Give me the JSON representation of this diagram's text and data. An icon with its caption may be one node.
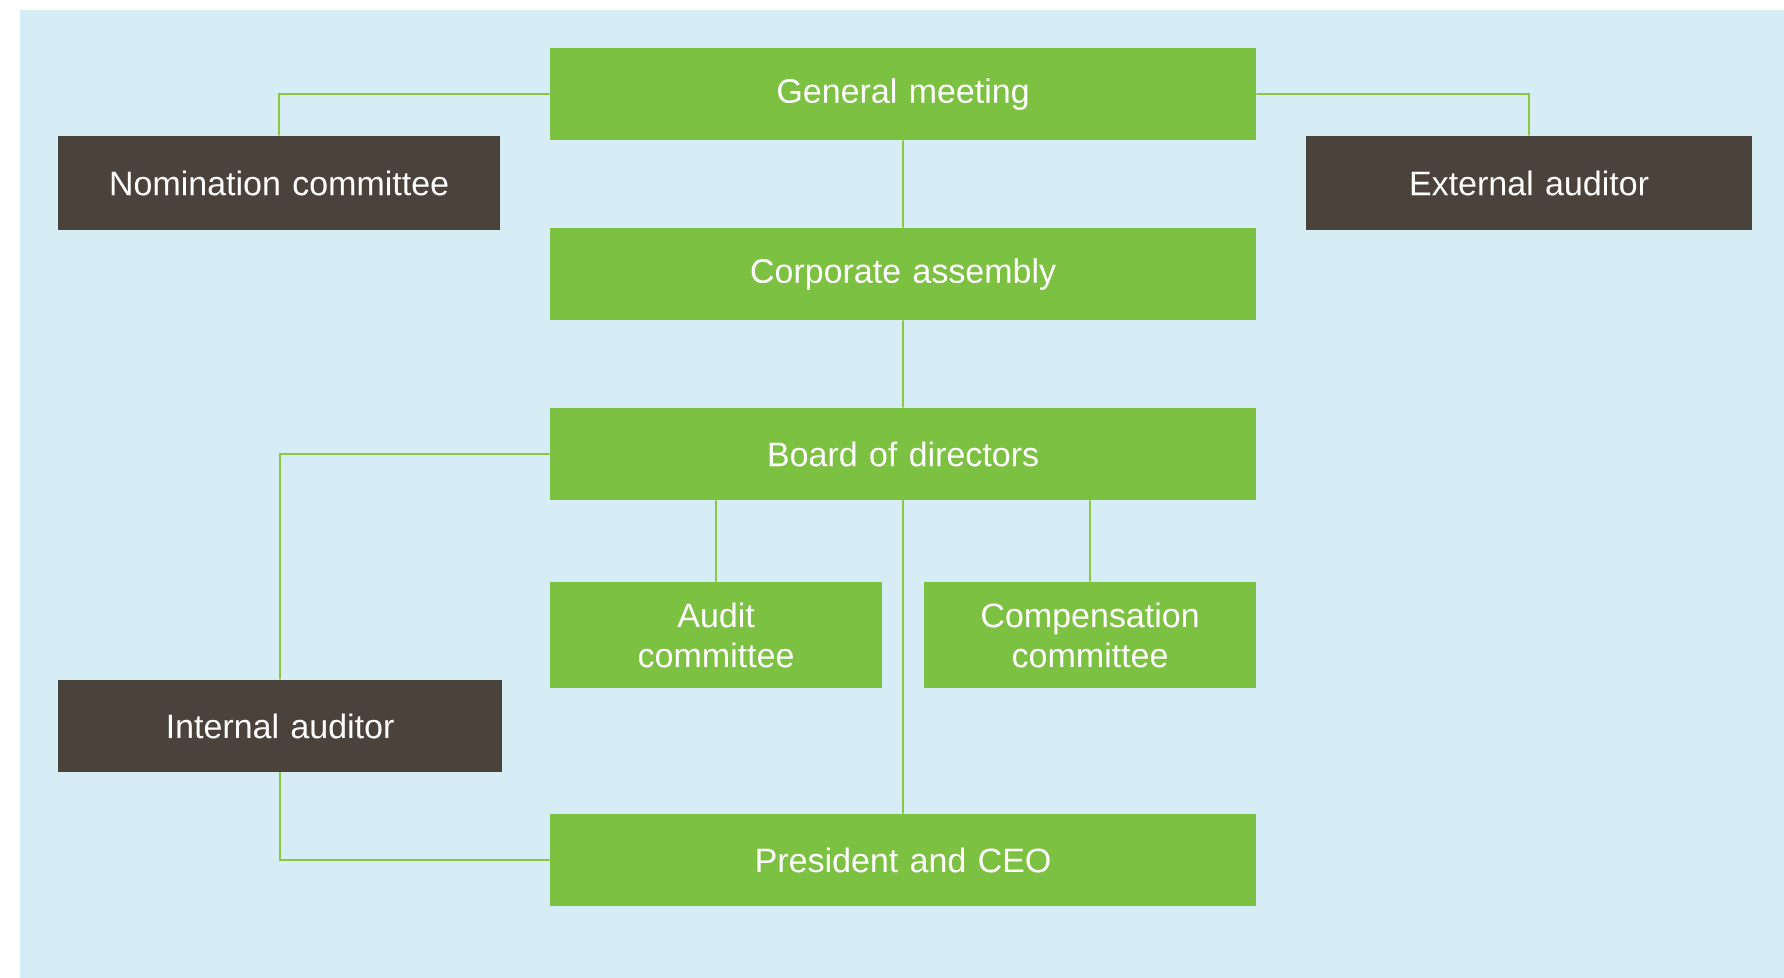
{
  "diagram": {
    "nodes": [
      {
        "text": [
          "General meeting"
        ]
      },
      {
        "text": [
          "Nomination committee"
        ]
      },
      {
        "text": [
          "External auditor"
        ]
      },
      {
        "text": [
          "Corporate assembly"
        ]
      },
      {
        "text": [
          "Board of directors"
        ]
      },
      {
        "text": [
          "Audit committee"
        ]
      },
      {
        "text": [
          "Compensation committee"
        ]
      },
      {
        "text": [
          "Internal auditor"
        ]
      },
      {
        "text": [
          "President and CEO"
        ]
      }
    ],
    "edges": [
      {
        "from": 0,
        "to": 1,
        "arrow": "none"
      },
      {
        "from": 0,
        "to": 2,
        "arrow": "none"
      },
      {
        "from": 0,
        "to": 3,
        "arrow": "none"
      },
      {
        "from": 3,
        "to": 4,
        "arrow": "none"
      },
      {
        "from": 4,
        "to": 5,
        "arrow": "none"
      },
      {
        "from": 4,
        "to": 6,
        "arrow": "none"
      },
      {
        "from": 4,
        "to": 8,
        "arrow": "none"
      },
      {
        "from": 4,
        "to": 7,
        "arrow": "none"
      },
      {
        "from": 7,
        "to": 8,
        "arrow": "none"
      }
    ]
  }
}
